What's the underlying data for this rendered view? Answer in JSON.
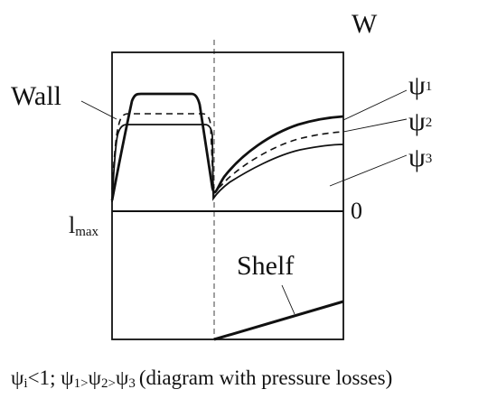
{
  "labels": {
    "w_axis": "W",
    "wall": "Wall",
    "shelf": "Shelf",
    "lmax_main": "l",
    "lmax_sub": "max",
    "zero": "0",
    "psi": "ψ",
    "psi1_sub": "1",
    "psi2_sub": "2",
    "psi3_sub": "3"
  },
  "caption": {
    "psi_a": "ψ",
    "i_sub": "i",
    "lt_one": "<1",
    "sep": ";",
    "psi_b": "ψ",
    "b_sub": "1",
    "gt1": ">",
    "psi_c": "ψ",
    "c_sub": "2",
    "gt2": ">",
    "psi_d": "ψ",
    "d_sub": "3",
    "note": "(diagram with pressure losses)"
  },
  "curves": {
    "psi1": "solid-thick",
    "psi2": "dashed",
    "psi3": "solid"
  }
}
